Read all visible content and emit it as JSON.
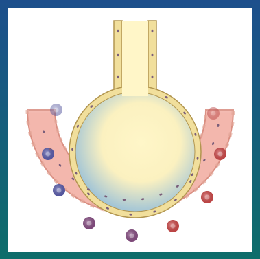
{
  "colors": {
    "frame_top": "#1d4f8c",
    "frame_bottom": "#0d6d6a",
    "panel": "#ffffff",
    "capillary_fill": "#f3b7ad",
    "capillary_edge": "#d98f82",
    "alveolus_wall": "#f1df9c",
    "alveolus_wall_edge": "#b29650",
    "lumen_center": "#fff6c8",
    "lumen_edge": "#9cc2d8",
    "deoxygenated_cell": "#5d5fb0",
    "mid_cell": "#8a4f86",
    "oxygenated_cell": "#d24b4b"
  },
  "icons": {
    "red_blood_cell": "red-blood-cell-icon",
    "endothelial_nucleus": "endothelial-nucleus-icon"
  },
  "blood_cells": [
    {
      "tone": "deoxygenated_cell",
      "opacity": 0.5
    },
    {
      "tone": "deoxygenated_cell",
      "opacity": 1
    },
    {
      "tone": "deoxygenated_cell",
      "opacity": 1
    },
    {
      "tone": "mid_cell",
      "opacity": 1
    },
    {
      "tone": "mid_cell",
      "opacity": 1
    },
    {
      "tone": "oxygenated_cell",
      "opacity": 1
    },
    {
      "tone": "oxygenated_cell",
      "opacity": 1
    },
    {
      "tone": "oxygenated_cell",
      "opacity": 1
    },
    {
      "tone": "oxygenated_cell",
      "opacity": 0.5
    }
  ]
}
